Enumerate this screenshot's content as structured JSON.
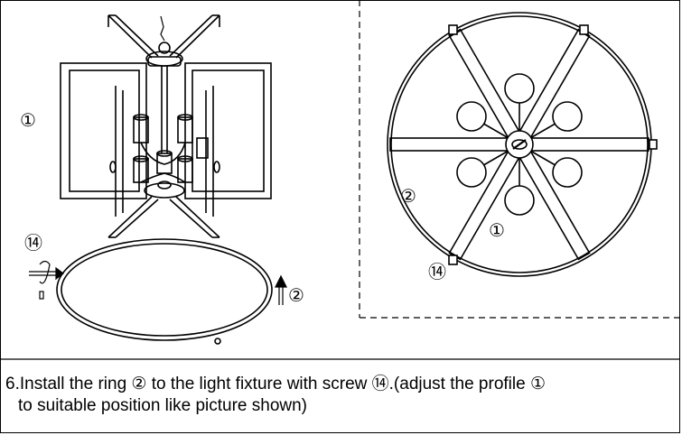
{
  "labels": {
    "profile_left": "①",
    "screw_left": "⑭",
    "ring_left": "②",
    "ring_right": "②",
    "profile_right": "①",
    "screw_right": "⑭"
  },
  "caption": {
    "line1": "6.Install the ring ② to the light fixture with screw ⑭.(adjust the profile ①",
    "line2": "to suitable position like picture shown)"
  }
}
